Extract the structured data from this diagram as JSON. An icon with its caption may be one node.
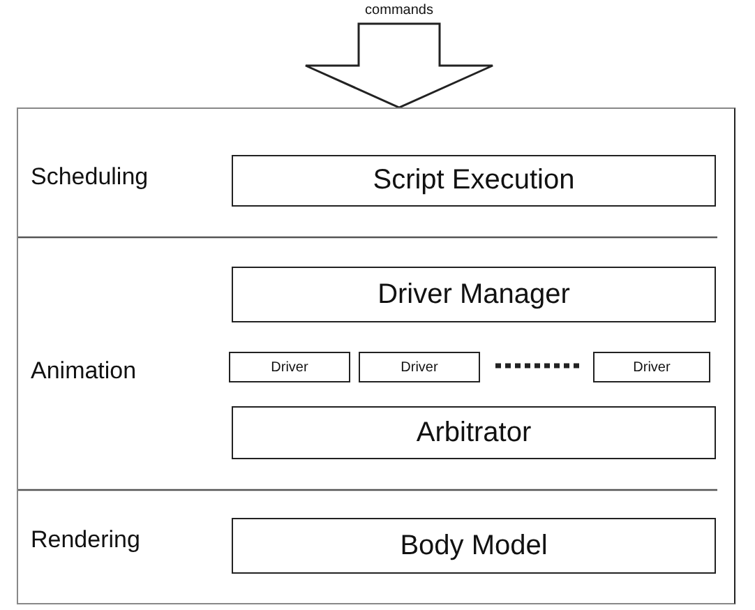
{
  "diagram": {
    "nodes": [
      {
        "text": [
          "commands"
        ]
      },
      {
        "text": [],
        "shape": "box"
      },
      {
        "text": [
          "Script Execution"
        ],
        "in": 1
      },
      {
        "text": [
          "Driver Manager"
        ],
        "in": 1
      },
      {
        "text": [
          "Driver"
        ],
        "in": 1
      },
      {
        "text": [
          "Driver"
        ],
        "in": 1
      },
      {
        "text": [
          "Driver"
        ],
        "in": 1
      },
      {
        "text": [
          "Arbitrator"
        ],
        "in": 1
      },
      {
        "text": [
          "Body Model"
        ],
        "in": 1
      }
    ],
    "edges": [
      {
        "from": 0,
        "to": 1,
        "arrow": "to",
        "style": "thick"
      },
      {
        "from": 5,
        "to": 6,
        "arrow": "none",
        "style": "dashed"
      }
    ],
    "labels": [
      "Scheduling",
      "Animation",
      "Rendering"
    ]
  }
}
